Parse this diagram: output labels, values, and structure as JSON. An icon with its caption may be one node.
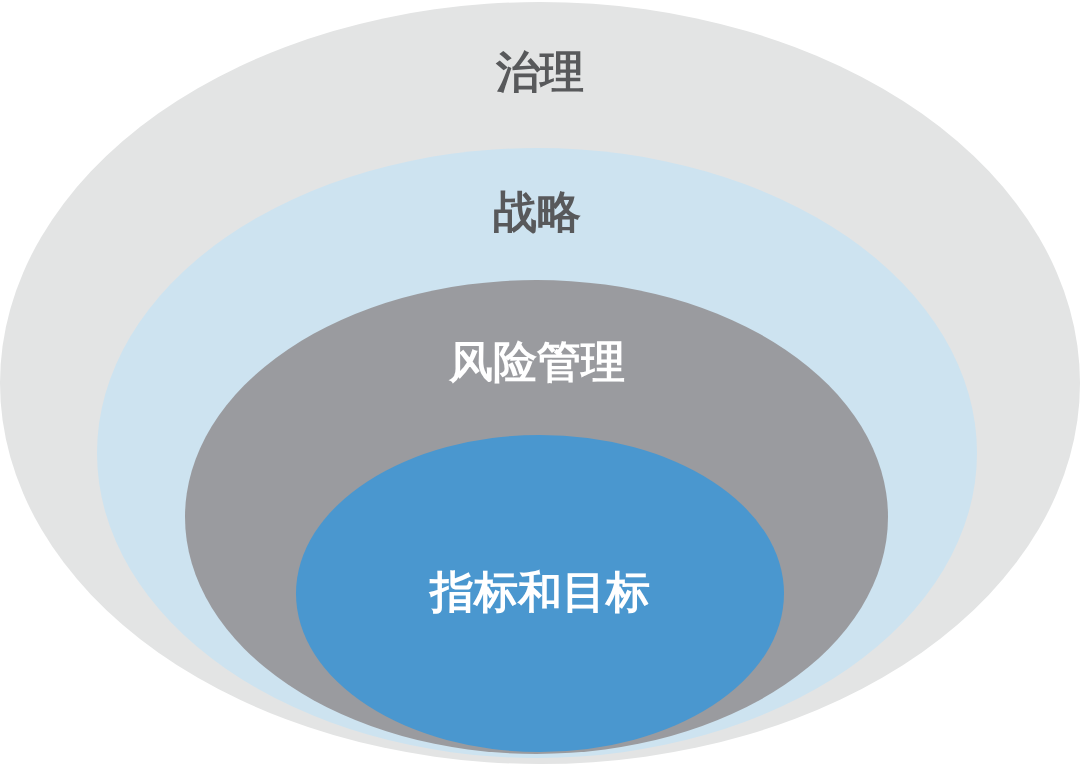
{
  "diagram": {
    "nodes": [
      {
        "text": [
          "治理"
        ]
      },
      {
        "text": [
          "战略"
        ],
        "in": 0
      },
      {
        "text": [
          "风险管理"
        ],
        "in": 1
      },
      {
        "text": [
          "指标和目标"
        ],
        "in": 2
      }
    ]
  }
}
